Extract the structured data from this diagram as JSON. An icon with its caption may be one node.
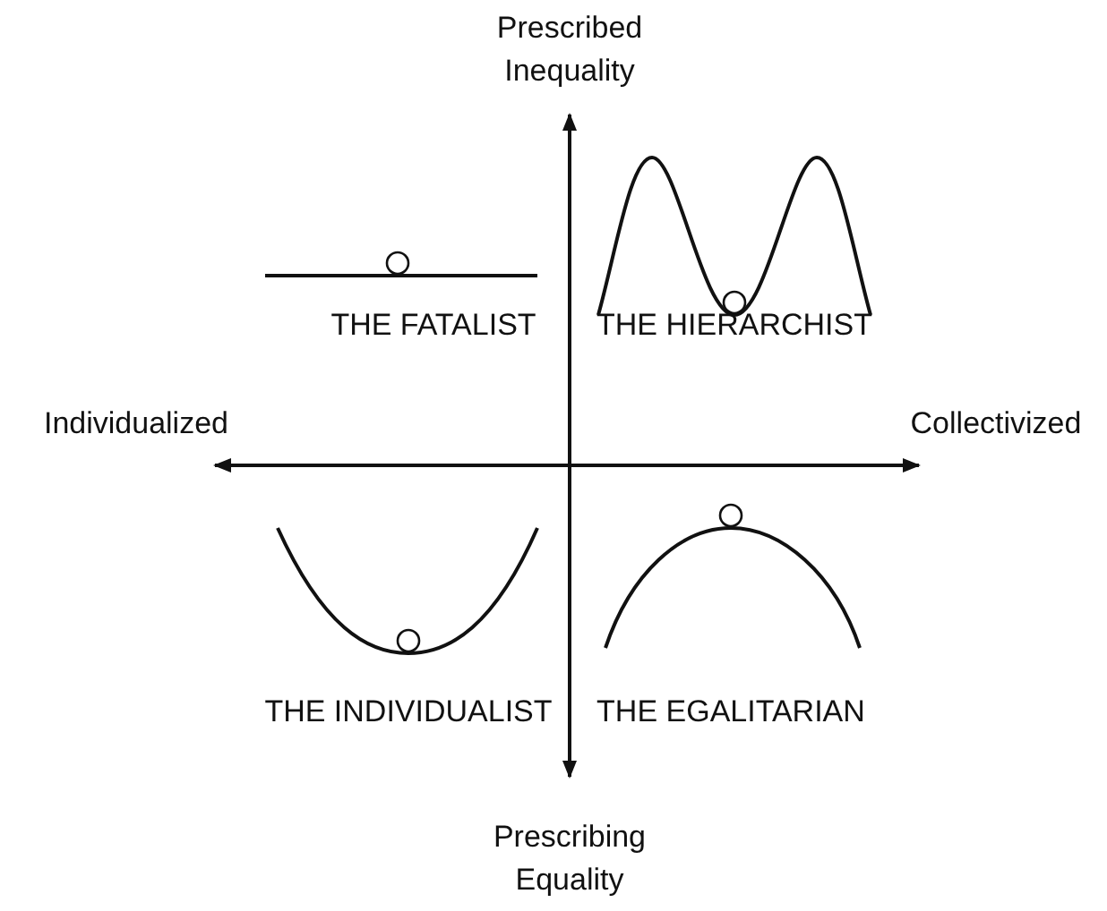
{
  "diagram": {
    "labels": [
      "Prescribed Inequality",
      "THE FATALIST",
      "THE HIERARCHIST",
      "Individualized",
      "Collectivized",
      "THE INDIVIDUALIST",
      "THE EGALITARIAN",
      "Prescribing Equality"
    ]
  }
}
